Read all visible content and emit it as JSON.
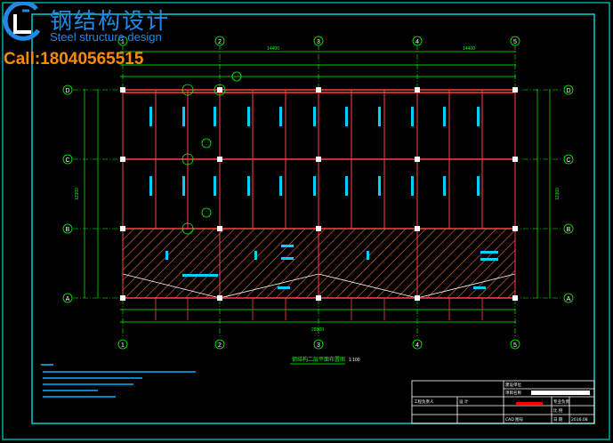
{
  "watermark": {
    "title_cn": "钢结构设计",
    "subtitle": "Steel structure design",
    "call": "Call:18040565515"
  },
  "colors": {
    "frame": "#00d0d0",
    "grid": "#00ff00",
    "beam": "#ff4040",
    "column": "#ffffff",
    "hatch": "#ff6a3c",
    "note": "#00b4ff",
    "label": "#ffff00",
    "watermark_blue": "#1f8be6",
    "watermark_orange": "#ff8a00"
  },
  "grid_axes": {
    "columns": [
      "1",
      "2",
      "3",
      "4",
      "5"
    ],
    "rows": [
      "A",
      "B",
      "C",
      "D"
    ]
  },
  "drawing_title": "钢结构二层平面布置图",
  "drawing_scale": "1:100",
  "title_block": {
    "label_a": "工程负责人",
    "label_b": "设 计",
    "label_c": "专业负责",
    "label_d": "比 例",
    "label_e": "日 期",
    "date_value": "2016.08",
    "sheet_label": "CAD 图号",
    "project_label": "建设单位",
    "project_label2": "项目名称"
  }
}
